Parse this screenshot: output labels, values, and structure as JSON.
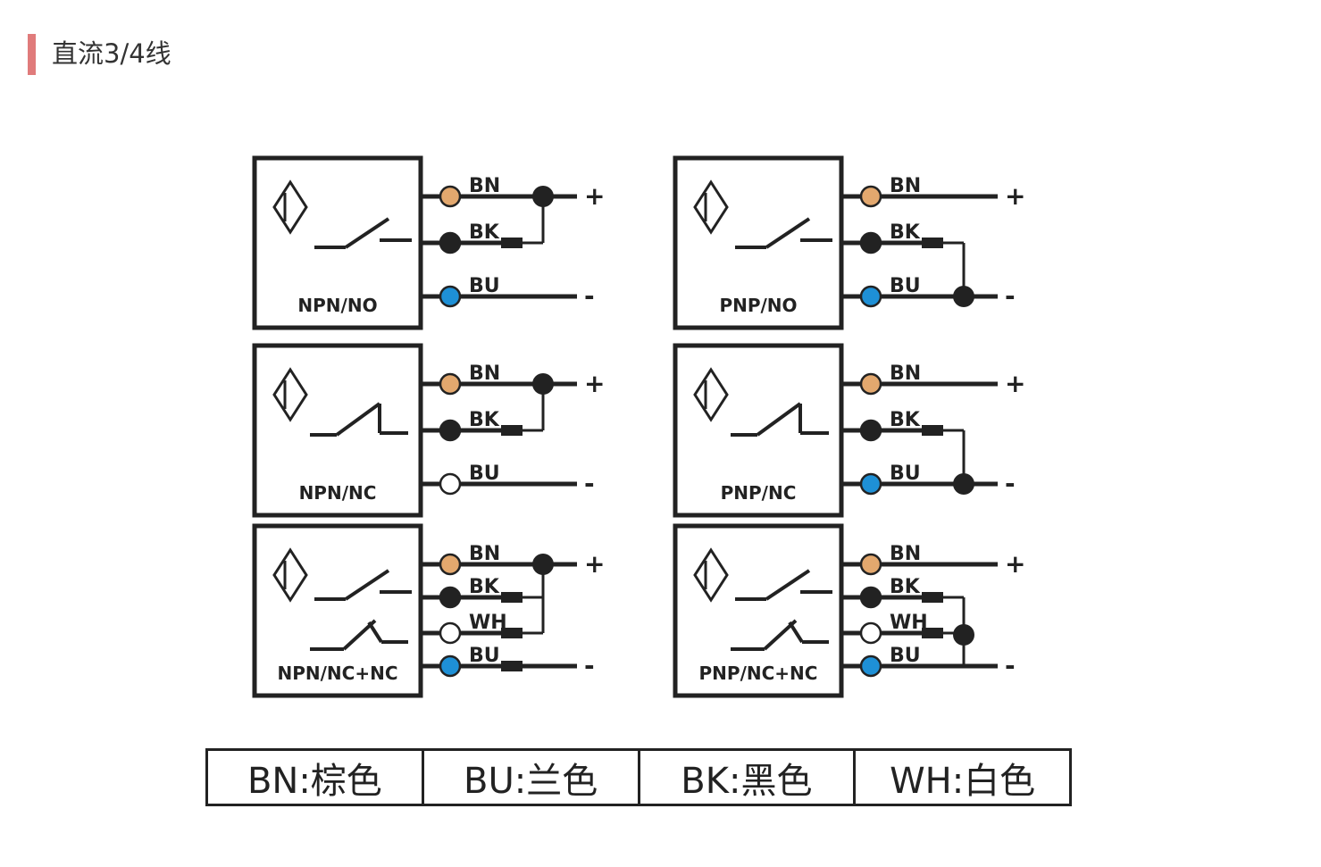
{
  "page": {
    "title": "直流3/4线"
  },
  "colors": {
    "BN": "#e3a86e",
    "BK": "#222222",
    "BU": "#1e90d6",
    "WH": "#ffffff",
    "accent": "#e07b7b",
    "line": "#222222"
  },
  "diagrams": [
    {
      "label": "NPN/NO",
      "switch": "no",
      "wires": [
        "BN",
        "BK",
        "BU"
      ],
      "wiring": "npn"
    },
    {
      "label": "PNP/NO",
      "switch": "no",
      "wires": [
        "BN",
        "BK",
        "BU"
      ],
      "wiring": "pnp"
    },
    {
      "label": "NPN/NC",
      "switch": "nc",
      "wires": [
        "BN",
        "BK",
        "BU"
      ],
      "wiring": "npn",
      "bu_fill": "WH"
    },
    {
      "label": "PNP/NC",
      "switch": "nc",
      "wires": [
        "BN",
        "BK",
        "BU"
      ],
      "wiring": "pnp"
    },
    {
      "label": "NPN/NC+NC",
      "switch": "dual",
      "wires": [
        "BN",
        "BK",
        "WH",
        "BU"
      ],
      "wiring": "npn4"
    },
    {
      "label": "PNP/NC+NC",
      "switch": "dual",
      "wires": [
        "BN",
        "BK",
        "WH",
        "BU"
      ],
      "wiring": "pnp4"
    }
  ],
  "terminals": {
    "plus": "+",
    "minus": "-"
  },
  "legend": [
    {
      "label": "BN:棕色"
    },
    {
      "label": "BU:兰色"
    },
    {
      "label": "BK:黑色"
    },
    {
      "label": "WH:白色"
    }
  ]
}
